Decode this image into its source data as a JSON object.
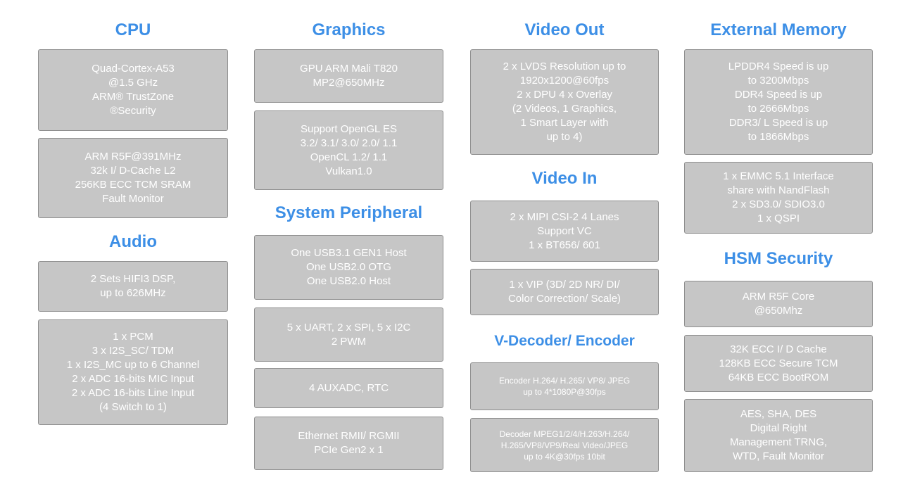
{
  "columns": [
    {
      "sections": [
        {
          "title": "CPU",
          "boxes": [
            {
              "lines": [
                "Quad-Cortex-A53",
                "@1.5 GHz",
                "ARM® TrustZone",
                "®Security"
              ]
            },
            {
              "lines": [
                "ARM R5F@391MHz",
                "32k I/ D-Cache L2",
                "256KB ECC TCM SRAM",
                "Fault Monitor"
              ]
            }
          ]
        },
        {
          "title": "Audio",
          "boxes": [
            {
              "lines": [
                "2 Sets HIFI3 DSP,",
                "up to 626MHz"
              ]
            },
            {
              "lines": [
                "1 x PCM",
                "3 x I2S_SC/ TDM",
                "1 x I2S_MC up to 6 Channel",
                "2 x ADC 16-bits MIC Input",
                "2 x ADC 16-bits Line Input",
                "(4 Switch to 1)"
              ]
            }
          ]
        }
      ]
    },
    {
      "sections": [
        {
          "title": "Graphics",
          "boxes": [
            {
              "lines": [
                "GPU ARM Mali T820",
                "MP2@650MHz"
              ]
            },
            {
              "lines": [
                "Support OpenGL ES",
                "3.2/ 3.1/ 3.0/ 2.0/ 1.1",
                "OpenCL 1.2/ 1.1",
                "Vulkan1.0"
              ]
            }
          ]
        },
        {
          "title": "System Peripheral",
          "boxes": [
            {
              "lines": [
                "One USB3.1 GEN1 Host",
                "One  USB2.0 OTG",
                "One USB2.0 Host"
              ]
            },
            {
              "lines": [
                "5 x UART, 2 x SPI, 5 x I2C",
                "2 PWM"
              ]
            },
            {
              "lines": [
                "4 AUXADC, RTC"
              ]
            },
            {
              "lines": [
                "Ethernet RMII/ RGMII",
                "PCIe Gen2 x 1"
              ]
            }
          ]
        }
      ]
    },
    {
      "sections": [
        {
          "title": "Video Out",
          "boxes": [
            {
              "lines": [
                "2 x LVDS Resolution up to",
                "1920x1200@60fps",
                "2 x DPU 4 x Overlay",
                "(2 Videos, 1 Graphics,",
                "1 Smart Layer with",
                "up to 4)"
              ]
            }
          ]
        },
        {
          "title": "Video In",
          "boxes": [
            {
              "lines": [
                "2 x MIPI CSI-2 4 Lanes",
                "Support VC",
                "1 x BT656/ 601"
              ]
            },
            {
              "lines": [
                "1 x VIP (3D/ 2D NR/ DI/",
                "Color Correction/ Scale)"
              ]
            }
          ]
        },
        {
          "title": "V-Decoder/ Encoder",
          "boxes": [
            {
              "lines": [
                "Encoder H.264/ H.265/ VP8/ JPEG",
                "up to 4*1080P@30fps"
              ]
            },
            {
              "lines": [
                "Decoder MPEG1/2/4/H.263/H.264/",
                "H.265/VP8/VP9/Real Video/JPEG",
                "up to 4K@30fps 10bit"
              ]
            }
          ]
        }
      ]
    },
    {
      "sections": [
        {
          "title": "External Memory",
          "boxes": [
            {
              "lines": [
                "LPDDR4 Speed is up",
                "to 3200Mbps",
                "DDR4 Speed is up",
                "to 2666Mbps",
                "DDR3/ L Speed is up",
                "to 1866Mbps"
              ]
            },
            {
              "lines": [
                "1 x EMMC 5.1 Interface",
                "share with NandFlash",
                "2 x SD3.0/ SDIO3.0",
                "1 x QSPI"
              ]
            }
          ]
        },
        {
          "title": "HSM Security",
          "boxes": [
            {
              "lines": [
                "ARM R5F Core",
                "@650Mhz"
              ]
            },
            {
              "lines": [
                "32K ECC I/ D Cache",
                "128KB ECC Secure TCM",
                "64KB ECC BootROM"
              ]
            },
            {
              "lines": [
                "AES, SHA, DES",
                "Digital Right",
                "Management TRNG,",
                "WTD, Fault Monitor"
              ]
            }
          ]
        }
      ]
    }
  ]
}
